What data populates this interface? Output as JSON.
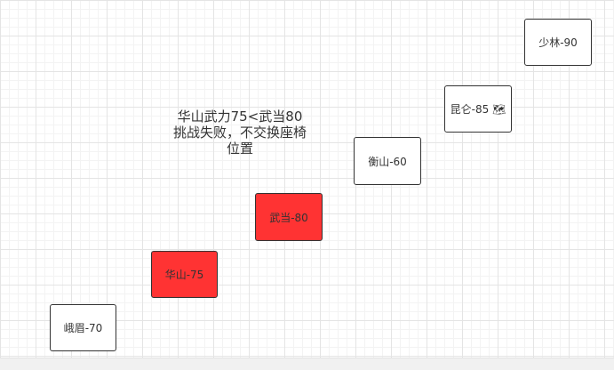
{
  "colors": {
    "highlight": "#ff3333",
    "border": "#333333",
    "text": "#333333"
  },
  "annotation": {
    "line1": "华山武力75<武当80",
    "line2": "挑战失败，不交换座椅",
    "line3": "位置"
  },
  "nodes": {
    "emei": {
      "label": "峨眉-70"
    },
    "huashan": {
      "label": "华山-75",
      "highlighted": true
    },
    "wudang": {
      "label": "武当-80",
      "highlighted": true
    },
    "hengshan": {
      "label": "衡山-60"
    },
    "kunlun": {
      "label": "昆仑-85 🗺"
    },
    "shaolin": {
      "label": "少林-90"
    }
  }
}
